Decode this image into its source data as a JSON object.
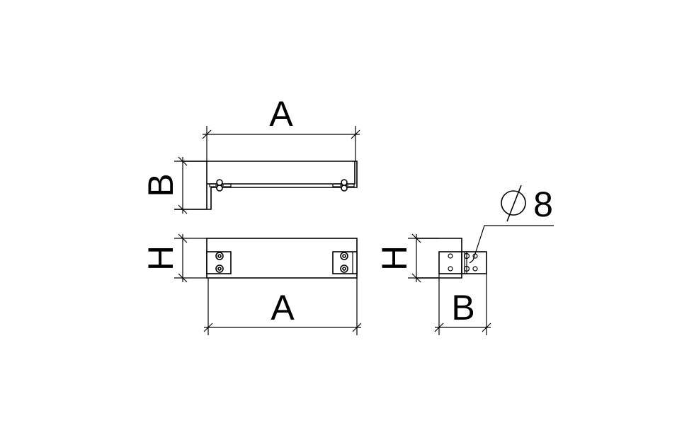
{
  "labels": {
    "top_width": "A",
    "bottom_width": "A",
    "top_height": "B",
    "front_height": "H",
    "side_height": "H",
    "side_width": "B",
    "hole_symbol": "∅",
    "hole_value": "8"
  },
  "colors": {
    "line": "#000000",
    "background": "#ffffff"
  }
}
